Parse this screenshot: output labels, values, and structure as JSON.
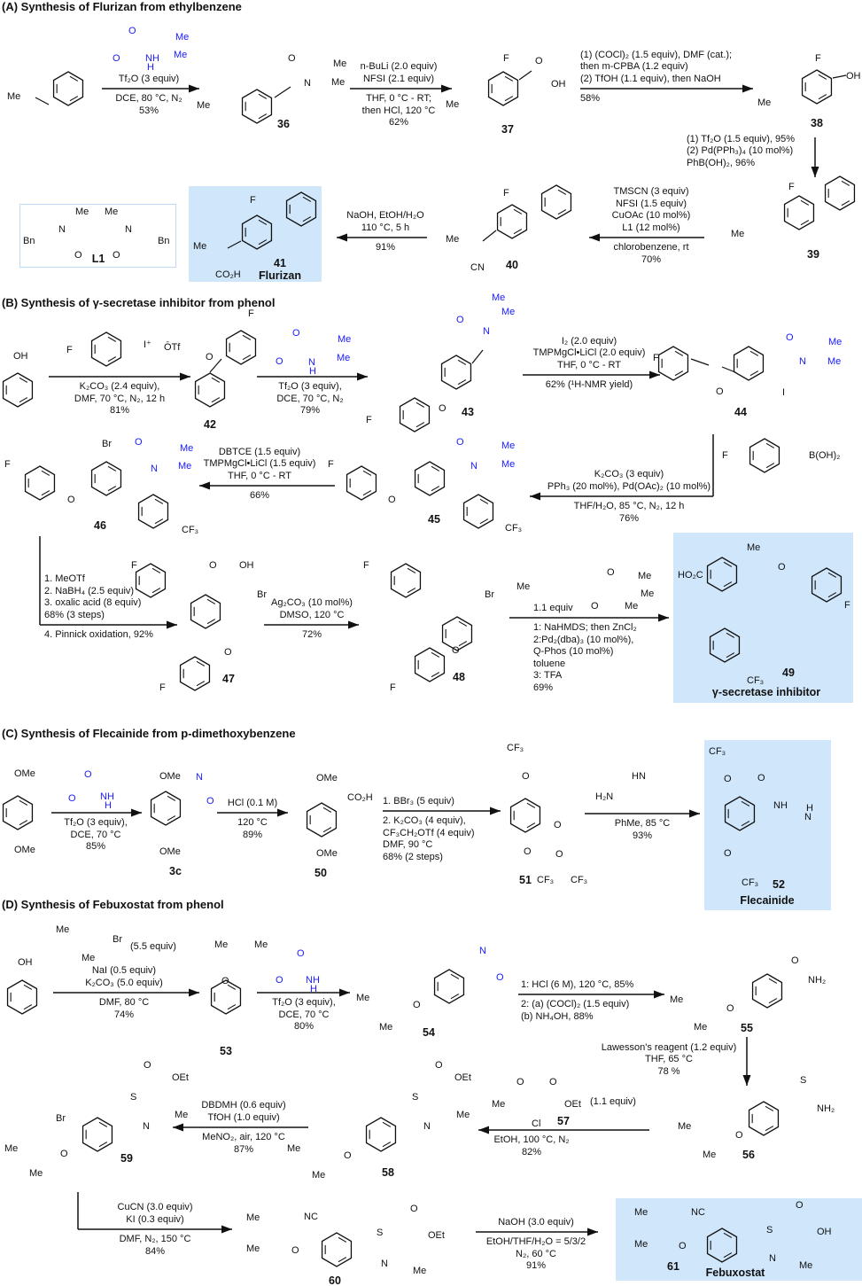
{
  "sections": [
    {
      "title": "(A) Synthesis of Flurizan from ethylbenzene"
    },
    {
      "title": "(B) Synthesis of γ-secretase inhibitor from phenol"
    },
    {
      "title": "(C) Synthesis of Flecainide from p-dimethoxybenzene"
    },
    {
      "title": "(D) Synthesis of Febuxostat from phenol"
    }
  ],
  "compounds": {
    "c36": "36",
    "c37": "37",
    "c38": "38",
    "c39": "39",
    "c40": "40",
    "c41": "41",
    "flurizan": "Flurizan",
    "L1": "L1",
    "c42": "42",
    "c43": "43",
    "c44": "44",
    "c45": "45",
    "c46": "46",
    "c47": "47",
    "c48": "48",
    "c49": "49",
    "gamma": "γ-secretase inhibitor",
    "c3c": "3c",
    "c50": "50",
    "c51": "51",
    "c52": "52",
    "flecainide": "Flecainide",
    "c53": "53",
    "c54": "54",
    "c55": "55",
    "c56": "56",
    "c57": "57",
    "c58": "58",
    "c59": "59",
    "c60": "60",
    "c61": "61",
    "febuxostat": "Febuxostat"
  },
  "conditions": {
    "A1": {
      "above": [
        "Tf₂O (3 equiv)"
      ],
      "below": [
        "DCE, 80 °C, N₂",
        "53%"
      ]
    },
    "A2": {
      "above": [
        "n-BuLi (2.0 equiv)",
        "NFSI (2.1 equiv)"
      ],
      "below": [
        "THF, 0 °C - RT;",
        "then HCl, 120 °C",
        "62%"
      ]
    },
    "A3": {
      "above": [
        "(1) (COCl)₂ (1.5 equiv), DMF (cat.);",
        "then m-CPBA (1.2 equiv)",
        "(2) TfOH (1.1 equiv), then NaOH"
      ],
      "below": [
        "58%"
      ]
    },
    "A4": {
      "above": [
        "(1) Tf₂O (1.5 equiv), 95%",
        "(2) Pd(PPh₃)₄ (10 mol%)",
        "PhB(OH)₂, 96%"
      ],
      "below": []
    },
    "A5": {
      "above": [
        "TMSCN (3 equiv)",
        "NFSI (1.5 equiv)",
        "CuOAc (10 mol%)",
        "L1 (12 mol%)"
      ],
      "below": [
        "chlorobenzene, rt",
        "70%"
      ]
    },
    "A6": {
      "above": [
        "NaOH, EtOH/H₂O",
        "110 °C, 5 h"
      ],
      "below": [
        "91%"
      ]
    },
    "B1": {
      "above": [],
      "below": [
        "K₂CO₃ (2.4 equiv),",
        "DMF, 70 °C, N₂, 12 h",
        "81%"
      ]
    },
    "B2": {
      "above": [],
      "below": [
        "Tf₂O (3 equiv),",
        "DCE, 70 °C, N₂",
        "79%"
      ]
    },
    "B3": {
      "above": [
        "I₂ (2.0 equiv)",
        "TMPMgCl•LiCl (2.0 equiv)",
        "THF, 0 °C - RT"
      ],
      "below": [
        "62% (¹H-NMR yield)"
      ]
    },
    "B4": {
      "above": [
        "K₂CO₃ (3 equiv)",
        "PPh₃ (20 mol%), Pd(OAc)₂ (10 mol%)"
      ],
      "below": [
        "THF/H₂O, 85 °C, N₂, 12 h",
        "76%"
      ]
    },
    "B5": {
      "above": [
        "DBTCE (1.5 equiv)",
        "TMPMgCl•LiCl (1.5 equiv)",
        "THF, 0 °C - RT"
      ],
      "below": [
        "66%"
      ]
    },
    "B6": {
      "above": [
        "1. MeOTf",
        "2. NaBH₄ (2.5 equiv)",
        "3. oxalic acid (8 equiv)",
        "68% (3 steps)"
      ],
      "below": [
        "4. Pinnick oxidation, 92%"
      ]
    },
    "B7": {
      "above": [
        "Ag₂CO₃ (10 mol%)",
        "DMSO, 120 °C"
      ],
      "below": [
        "72%"
      ]
    },
    "B8": {
      "above": [
        "1.1 equiv"
      ],
      "below": [
        "1: NaHMDS; then ZnCl₂",
        "2:Pd₂(dba)₃ (10 mol%),",
        "   Q-Phos (10 mol%)",
        "   toluene",
        "3: TFA",
        "69%"
      ]
    },
    "C1": {
      "above": [],
      "below": [
        "Tf₂O (3 equiv),",
        "DCE, 70 °C",
        "85%"
      ]
    },
    "C2": {
      "above": [
        "HCl (0.1 M)"
      ],
      "below": [
        "120 °C",
        "89%"
      ]
    },
    "C3": {
      "above": [
        "1. BBr₃ (5 equiv)"
      ],
      "below": [
        "2. K₂CO₃ (4 equiv),",
        "CF₃CH₂OTf (4 equiv)",
        "DMF, 90 °C",
        "68% (2 steps)"
      ]
    },
    "C4": {
      "above": [],
      "below": [
        "PhMe, 85 °C",
        "93%"
      ]
    },
    "D1": {
      "above": [
        "NaI (0.5 equiv)",
        "K₂CO₃ (5.0 equiv)"
      ],
      "below": [
        "DMF, 80 °C",
        "74%"
      ]
    },
    "D2": {
      "above": [],
      "below": [
        "Tf₂O (3 equiv),",
        "DCE, 70 °C",
        "80%"
      ]
    },
    "D3": {
      "above": [
        "1: HCl (6 M), 120 °C, 85%"
      ],
      "below": [
        "2: (a) (COCl)₂ (1.5 equiv)",
        "    (b) NH₄OH, 88%"
      ]
    },
    "D4": {
      "above": [
        "Lawesson's reagent (1.2 equiv)",
        "THF, 65 °C",
        "78 %"
      ],
      "below": []
    },
    "D5": {
      "above": [],
      "below": [
        "EtOH, 100 °C, N₂",
        "82%"
      ]
    },
    "D6": {
      "above": [
        "DBDMH (0.6 equiv)",
        "TfOH (1.0 equiv)"
      ],
      "below": [
        "MeNO₂, air, 120 °C",
        "87%"
      ]
    },
    "D7": {
      "above": [
        "CuCN (3.0 equiv)",
        "KI (0.3 equiv)"
      ],
      "below": [
        "DMF, N₂, 150 °C",
        "84%"
      ]
    },
    "D8": {
      "above": [
        "NaOH (3.0 equiv)"
      ],
      "below": [
        "EtOH/THF/H₂O = 5/3/2",
        "N₂, 60 °C",
        "91%"
      ]
    }
  },
  "atoms": {
    "me": "Me",
    "f": "F",
    "oh": "OH",
    "o": "O",
    "n": "N",
    "nh": "NH",
    "h": "H",
    "br": "Br",
    "i": "I",
    "cn": "CN",
    "nc": "NC",
    "cl": "Cl",
    "s": "S",
    "cf3": "CF₃",
    "co2h": "CO₂H",
    "ho2c": "HO₂C",
    "ome": "OMe",
    "oet": "OEt",
    "nh2": "NH₂",
    "bn": "Bn",
    "boh2": "B(OH)₂",
    "otf": "ŌTf",
    "iplus": "I⁺",
    "h2n": "H₂N",
    "hn": "HN",
    "eq55": "(5.5 equiv)",
    "eq11": "(1.1 equiv)",
    "sub2": "2"
  }
}
